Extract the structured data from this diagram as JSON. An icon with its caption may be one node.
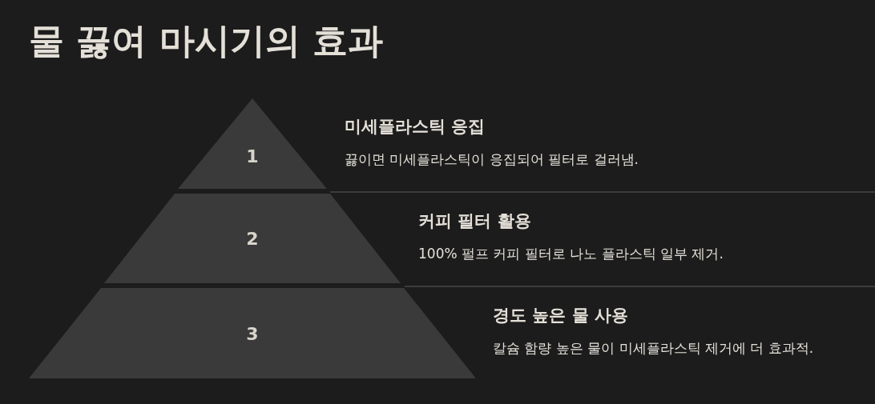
{
  "diagram": {
    "title": "물 끓여 마시기의 효과",
    "nodes": [
      {
        "text": [
          "1"
        ],
        "beside": [
          "미세플라스틱 응집",
          "끓이면 미세플라스틱이 응집되어 필터로 걸러냄."
        ]
      },
      {
        "text": [
          "2"
        ],
        "beside": [
          "커피 필터 활용",
          "100% 펄프 커피 필터로 나노 플라스틱 일부 제거."
        ]
      },
      {
        "text": [
          "3"
        ],
        "beside": [
          "경도 높은 물 사용",
          "칼슘 함량 높은 물이 미세플라스틱 제거에 더 효과적."
        ]
      }
    ]
  }
}
